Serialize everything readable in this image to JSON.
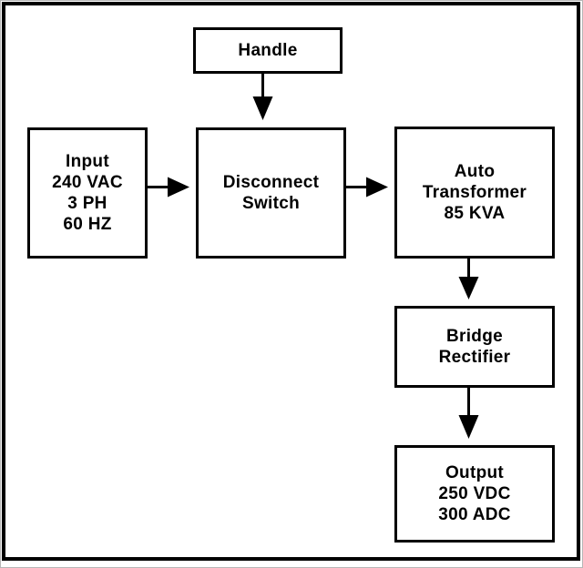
{
  "diagram": {
    "type": "block-diagram",
    "colors": {
      "line": "#000000",
      "text": "#000000",
      "background": "#ffffff"
    },
    "boxes": {
      "handle": {
        "lines": [
          "Handle"
        ]
      },
      "input": {
        "lines": [
          "Input",
          "240 VAC",
          "3 PH",
          "60 HZ"
        ]
      },
      "disconnect_switch": {
        "lines": [
          "Disconnect",
          "Switch"
        ]
      },
      "auto_transformer": {
        "lines": [
          "Auto",
          "Transformer",
          "85 KVA"
        ]
      },
      "bridge_rectifier": {
        "lines": [
          "Bridge",
          "Rectifier"
        ]
      },
      "output": {
        "lines": [
          "Output",
          "250 VDC",
          "300 ADC"
        ]
      }
    },
    "connections": [
      {
        "from": "handle",
        "to": "disconnect_switch",
        "direction": "down"
      },
      {
        "from": "input",
        "to": "disconnect_switch",
        "direction": "right"
      },
      {
        "from": "disconnect_switch",
        "to": "auto_transformer",
        "direction": "right"
      },
      {
        "from": "auto_transformer",
        "to": "bridge_rectifier",
        "direction": "down"
      },
      {
        "from": "bridge_rectifier",
        "to": "output",
        "direction": "down"
      }
    ]
  }
}
